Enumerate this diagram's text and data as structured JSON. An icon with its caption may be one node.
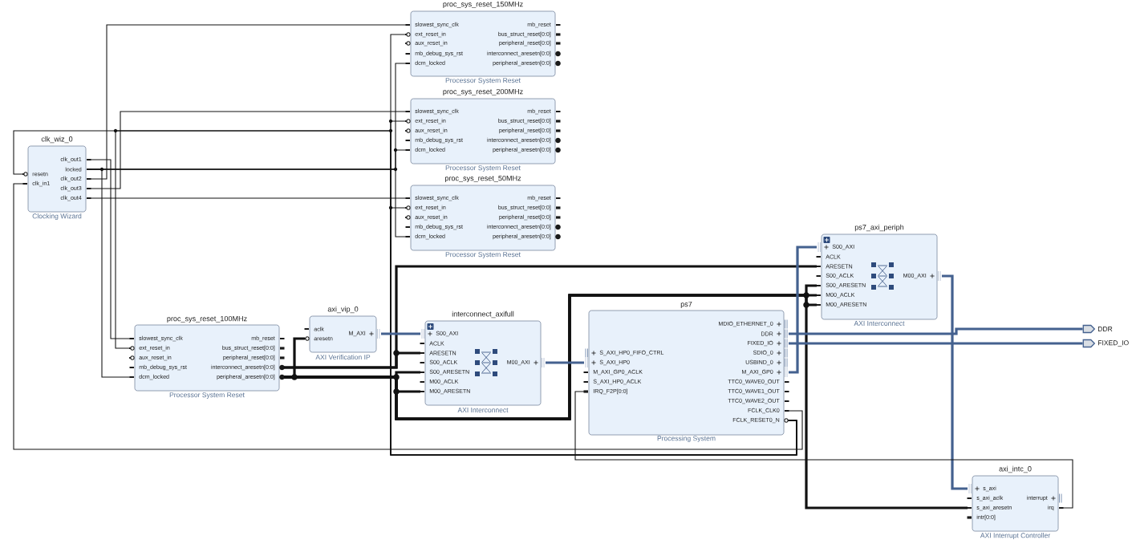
{
  "diagram": {
    "nodes": [
      {
        "text": [
          "proc_sys_reset_150MHz",
          "Processor System Reset"
        ]
      },
      {
        "text": [
          "slowest_sync_clk"
        ],
        "in": 0
      },
      {
        "text": [
          "ext_reset_in"
        ],
        "in": 0
      },
      {
        "text": [
          "aux_reset_in"
        ],
        "in": 0
      },
      {
        "text": [
          "mb_debug_sys_rst"
        ],
        "in": 0
      },
      {
        "text": [
          "dcm_locked"
        ],
        "in": 0
      },
      {
        "text": [
          "mb_reset"
        ],
        "in": 0
      },
      {
        "text": [
          "bus_struct_reset[0:0]"
        ],
        "in": 0
      },
      {
        "text": [
          "peripheral_reset[0:0]"
        ],
        "in": 0
      },
      {
        "text": [
          "interconnect_aresetn[0:0]"
        ],
        "in": 0
      },
      {
        "text": [
          "peripheral_aresetn[0:0]"
        ],
        "in": 0
      },
      {
        "text": [
          "proc_sys_reset_200MHz",
          "Processor System Reset"
        ]
      },
      {
        "text": [
          "slowest_sync_clk"
        ],
        "in": 11
      },
      {
        "text": [
          "ext_reset_in"
        ],
        "in": 11
      },
      {
        "text": [
          "aux_reset_in"
        ],
        "in": 11
      },
      {
        "text": [
          "mb_debug_sys_rst"
        ],
        "in": 11
      },
      {
        "text": [
          "dcm_locked"
        ],
        "in": 11
      },
      {
        "text": [
          "mb_reset"
        ],
        "in": 11
      },
      {
        "text": [
          "bus_struct_reset[0:0]"
        ],
        "in": 11
      },
      {
        "text": [
          "peripheral_reset[0:0]"
        ],
        "in": 11
      },
      {
        "text": [
          "interconnect_aresetn[0:0]"
        ],
        "in": 11
      },
      {
        "text": [
          "peripheral_aresetn[0:0]"
        ],
        "in": 11
      },
      {
        "text": [
          "clk_wiz_0",
          "Clocking Wizard"
        ]
      },
      {
        "text": [
          "resetn"
        ],
        "in": 22
      },
      {
        "text": [
          "clk_in1"
        ],
        "in": 22
      },
      {
        "text": [
          "clk_out1"
        ],
        "in": 22
      },
      {
        "text": [
          "locked"
        ],
        "in": 22
      },
      {
        "text": [
          "clk_out2"
        ],
        "in": 22
      },
      {
        "text": [
          "clk_out3"
        ],
        "in": 22
      },
      {
        "text": [
          "clk_out4"
        ],
        "in": 22
      },
      {
        "text": [
          "proc_sys_reset_50MHz",
          "Processor System Reset"
        ]
      },
      {
        "text": [
          "slowest_sync_clk"
        ],
        "in": 30
      },
      {
        "text": [
          "ext_reset_in"
        ],
        "in": 30
      },
      {
        "text": [
          "aux_reset_in"
        ],
        "in": 30
      },
      {
        "text": [
          "mb_debug_sys_rst"
        ],
        "in": 30
      },
      {
        "text": [
          "dcm_locked"
        ],
        "in": 30
      },
      {
        "text": [
          "mb_reset"
        ],
        "in": 30
      },
      {
        "text": [
          "bus_struct_reset[0:0]"
        ],
        "in": 30
      },
      {
        "text": [
          "peripheral_reset[0:0]"
        ],
        "in": 30
      },
      {
        "text": [
          "interconnect_aresetn[0:0]"
        ],
        "in": 30
      },
      {
        "text": [
          "peripheral_aresetn[0:0]"
        ],
        "in": 30
      },
      {
        "text": [
          "ps7_axi_periph",
          "AXI Interconnect"
        ]
      },
      {
        "text": [
          "S00_AXI"
        ],
        "in": 41
      },
      {
        "text": [
          "ACLK"
        ],
        "in": 41
      },
      {
        "text": [
          "ARESETN"
        ],
        "in": 41
      },
      {
        "text": [
          "S00_ACLK"
        ],
        "in": 41
      },
      {
        "text": [
          "S00_ARESETN"
        ],
        "in": 41
      },
      {
        "text": [
          "M00_ACLK"
        ],
        "in": 41
      },
      {
        "text": [
          "M00_ARESETN"
        ],
        "in": 41
      },
      {
        "text": [
          "M00_AXI"
        ],
        "in": 41
      },
      {
        "text": [],
        "shape": "pentagon",
        "beside": [
          "DDR"
        ]
      },
      {
        "text": [],
        "shape": "pentagon",
        "beside": [
          "FIXED_IO"
        ]
      },
      {
        "text": [
          "ps7",
          "Processing System"
        ]
      },
      {
        "text": [
          "S_AXI_HP0_FIFO_CTRL"
        ],
        "in": 52
      },
      {
        "text": [
          "S_AXI_HP0"
        ],
        "in": 52
      },
      {
        "text": [
          "M_AXI_GP0_ACLK"
        ],
        "in": 52
      },
      {
        "text": [
          "S_AXI_HP0_ACLK"
        ],
        "in": 52
      },
      {
        "text": [
          "IRQ_F2P[0:0]"
        ],
        "in": 52
      },
      {
        "text": [
          "MDIO_ETHERNET_0"
        ],
        "in": 52
      },
      {
        "text": [
          "DDR"
        ],
        "in": 52
      },
      {
        "text": [
          "FIXED_IO"
        ],
        "in": 52
      },
      {
        "text": [
          "SDIO_0"
        ],
        "in": 52
      },
      {
        "text": [
          "USBIND_0"
        ],
        "in": 52
      },
      {
        "text": [
          "M_AXI_GP0"
        ],
        "in": 52
      },
      {
        "text": [
          "TTC0_WAVE0_OUT"
        ],
        "in": 52
      },
      {
        "text": [
          "TTC0_WAVE1_OUT"
        ],
        "in": 52
      },
      {
        "text": [
          "TTC0_WAVE2_OUT"
        ],
        "in": 52
      },
      {
        "text": [
          "FCLK_CLK0"
        ],
        "in": 52
      },
      {
        "text": [
          "FCLK_RESET0_N"
        ],
        "in": 52
      },
      {
        "text": [
          "axi_vip_0",
          "AXI Verification IP"
        ]
      },
      {
        "text": [
          "aclk"
        ],
        "in": 69
      },
      {
        "text": [
          "aresetn"
        ],
        "in": 69
      },
      {
        "text": [
          "M_AXI"
        ],
        "in": 69
      },
      {
        "text": [
          "interconnect_axifull",
          "AXI Interconnect"
        ]
      },
      {
        "text": [
          "S00_AXI"
        ],
        "in": 73
      },
      {
        "text": [
          "ACLK"
        ],
        "in": 73
      },
      {
        "text": [
          "ARESETN"
        ],
        "in": 73
      },
      {
        "text": [
          "S00_ACLK"
        ],
        "in": 73
      },
      {
        "text": [
          "S00_ARESETN"
        ],
        "in": 73
      },
      {
        "text": [
          "M00_ACLK"
        ],
        "in": 73
      },
      {
        "text": [
          "M00_ARESETN"
        ],
        "in": 73
      },
      {
        "text": [
          "M00_AXI"
        ],
        "in": 73
      },
      {
        "text": [
          "proc_sys_reset_100MHz",
          "Processor System Reset"
        ]
      },
      {
        "text": [
          "slowest_sync_clk"
        ],
        "in": 82
      },
      {
        "text": [
          "ext_reset_in"
        ],
        "in": 82
      },
      {
        "text": [
          "aux_reset_in"
        ],
        "in": 82
      },
      {
        "text": [
          "mb_debug_sys_rst"
        ],
        "in": 82
      },
      {
        "text": [
          "dcm_locked"
        ],
        "in": 82
      },
      {
        "text": [
          "mb_reset"
        ],
        "in": 82
      },
      {
        "text": [
          "bus_struct_reset[0:0]"
        ],
        "in": 82
      },
      {
        "text": [
          "peripheral_reset[0:0]"
        ],
        "in": 82
      },
      {
        "text": [
          "interconnect_aresetn[0:0]"
        ],
        "in": 82
      },
      {
        "text": [
          "peripheral_aresetn[0:0]"
        ],
        "in": 82
      },
      {
        "text": [
          "axi_intc_0",
          "AXI Interrupt Controller"
        ]
      },
      {
        "text": [
          "s_axi"
        ],
        "in": 93
      },
      {
        "text": [
          "s_axi_aclk"
        ],
        "in": 93
      },
      {
        "text": [
          "s_axi_aresetn"
        ],
        "in": 93
      },
      {
        "text": [
          "intr[0:0]"
        ],
        "in": 93
      },
      {
        "text": [
          "interrupt"
        ],
        "in": 93
      },
      {
        "text": [
          "irq"
        ],
        "in": 93
      }
    ],
    "edges": [
      {
        "from": 25,
        "to": 83,
        "arrow": "none"
      },
      {
        "from": 26,
        "to": 87,
        "arrow": "none"
      },
      {
        "from": 26,
        "to": 5,
        "arrow": "none"
      },
      {
        "from": 26,
        "to": 16,
        "arrow": "none"
      },
      {
        "from": 26,
        "to": 35,
        "arrow": "none"
      },
      {
        "from": 27,
        "to": 1,
        "arrow": "none"
      },
      {
        "from": 28,
        "to": 12,
        "arrow": "none"
      },
      {
        "from": 29,
        "to": 31,
        "arrow": "none"
      },
      {
        "from": 68,
        "to": 2,
        "arrow": "none"
      },
      {
        "from": 68,
        "to": 13,
        "arrow": "none"
      },
      {
        "from": 68,
        "to": 32,
        "arrow": "none"
      },
      {
        "from": 68,
        "to": 23,
        "arrow": "none"
      },
      {
        "from": 68,
        "to": 84,
        "arrow": "none"
      },
      {
        "from": 67,
        "to": 24,
        "arrow": "none"
      },
      {
        "from": 91,
        "to": 76,
        "arrow": "none",
        "style": "thick"
      },
      {
        "from": 91,
        "to": 44,
        "arrow": "none",
        "style": "thick"
      },
      {
        "from": 92,
        "to": 71,
        "arrow": "none",
        "style": "thick"
      },
      {
        "from": 92,
        "to": 78,
        "arrow": "none",
        "style": "thick"
      },
      {
        "from": 92,
        "to": 80,
        "arrow": "none",
        "style": "thick"
      },
      {
        "from": 92,
        "to": 46,
        "arrow": "none",
        "style": "thick"
      },
      {
        "from": 92,
        "to": 48,
        "arrow": "none",
        "style": "thick"
      },
      {
        "from": 92,
        "to": 96,
        "arrow": "none",
        "style": "thick"
      },
      {
        "from": 72,
        "to": 74,
        "arrow": "none",
        "style": "thick",
        "color": "#44618f"
      },
      {
        "from": 81,
        "to": 54,
        "arrow": "none",
        "style": "thick",
        "color": "#44618f"
      },
      {
        "from": 59,
        "to": 50,
        "arrow": "none",
        "style": "thick",
        "color": "#44618f"
      },
      {
        "from": 60,
        "to": 51,
        "arrow": "none",
        "style": "thick",
        "color": "#44618f"
      },
      {
        "from": 63,
        "to": 42,
        "arrow": "none",
        "style": "thick",
        "color": "#44618f"
      },
      {
        "from": 49,
        "to": 94,
        "arrow": "none",
        "style": "thick",
        "color": "#44618f"
      },
      {
        "from": 99,
        "to": 57,
        "arrow": "none"
      },
      {
        "from": 92,
        "to": 47,
        "arrow": "none",
        "style": "thick"
      }
    ]
  }
}
